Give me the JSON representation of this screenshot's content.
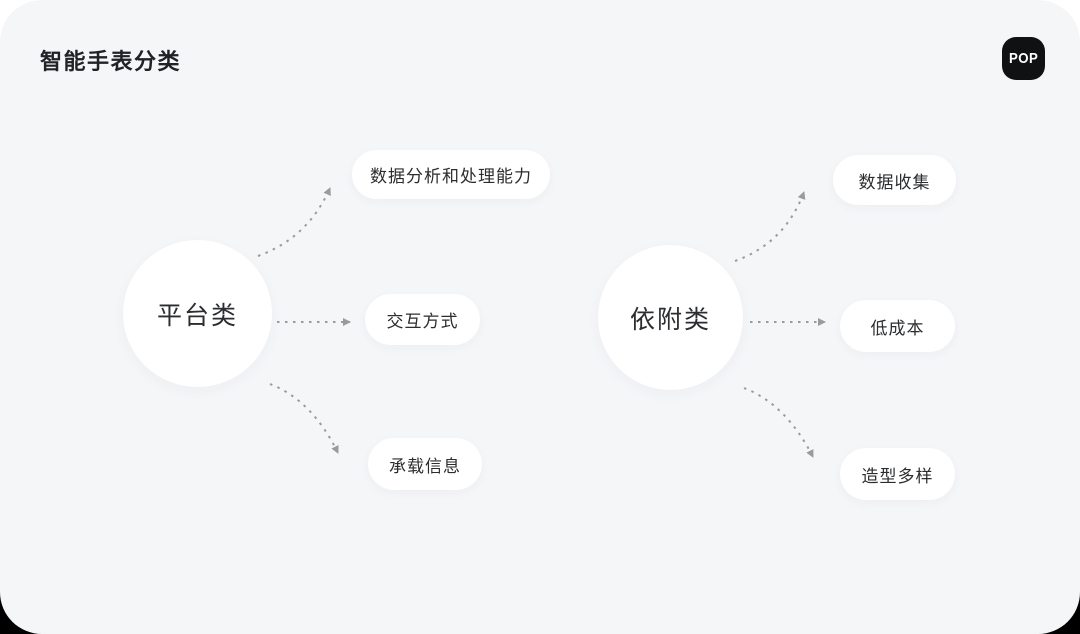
{
  "header": {
    "title": "智能手表分类",
    "logo_text": "POP"
  },
  "diagram": {
    "left_node": {
      "label": "平台类",
      "branches": [
        {
          "label": "数据分析和处理能力"
        },
        {
          "label": "交互方式"
        },
        {
          "label": "承载信息"
        }
      ]
    },
    "right_node": {
      "label": "依附类",
      "branches": [
        {
          "label": "数据收集"
        },
        {
          "label": "低成本"
        },
        {
          "label": "造型多样"
        }
      ]
    }
  },
  "colors": {
    "card_bg": "#F5F6F8",
    "node_bg": "#FFFFFF",
    "text": "#2B2D30",
    "title_text": "#202225",
    "arrow": "#9B9B9B",
    "logo_bg": "#101113",
    "logo_text": "#FFFFFF",
    "outer_top": "#FFFFFF",
    "outer_bottom": "#000000"
  }
}
